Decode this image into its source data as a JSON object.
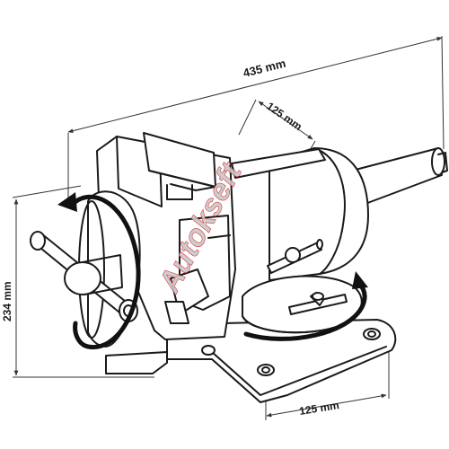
{
  "dimensions": {
    "length": "435 mm",
    "jaw_width": "125 mm",
    "height": "234 mm",
    "base_width": "125 mm"
  },
  "watermark": {
    "text": "Autokseft",
    "color_red": "#d7262b",
    "color_grey": "#c8c8c8"
  },
  "colors": {
    "line": "#1a1a1a",
    "dim_line": "#333333",
    "background": "#ffffff"
  },
  "icons": {
    "rotation_arrow": "curved-arrow-icon"
  }
}
